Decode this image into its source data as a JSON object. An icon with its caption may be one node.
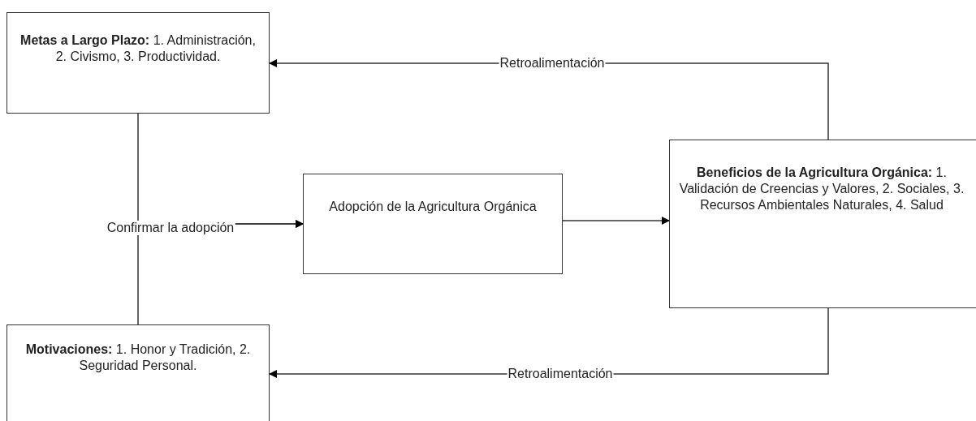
{
  "diagram": {
    "nodes": [
      {
        "text": [
          "**Metas a Largo Plazo:** 1. Administración, 2. Civismo, 3. Productividad."
        ]
      },
      {
        "text": [
          "Adopción de la Agricultura Orgánica"
        ]
      },
      {
        "text": [
          "**Beneficios de la Agricultura Orgánica:** 1. Validación de Creencias y Valores, 2. Sociales, 3. Recursos Ambientales Naturales, 4. Salud"
        ]
      },
      {
        "text": [
          "**Motivaciones:** 1. Honor y Tradición, 2. Seguridad Personal."
        ]
      }
    ],
    "edges": [
      {
        "from": 0,
        "to": 1,
        "arrow": "to",
        "label": "Confirmar la adopción"
      },
      {
        "from": 3,
        "to": 1,
        "arrow": "to"
      },
      {
        "from": 1,
        "to": 2,
        "arrow": "to"
      },
      {
        "from": 2,
        "to": 0,
        "arrow": "to",
        "label": "Retroalimentación"
      },
      {
        "from": 2,
        "to": 3,
        "arrow": "to",
        "label": "Retroalimentación"
      }
    ]
  }
}
